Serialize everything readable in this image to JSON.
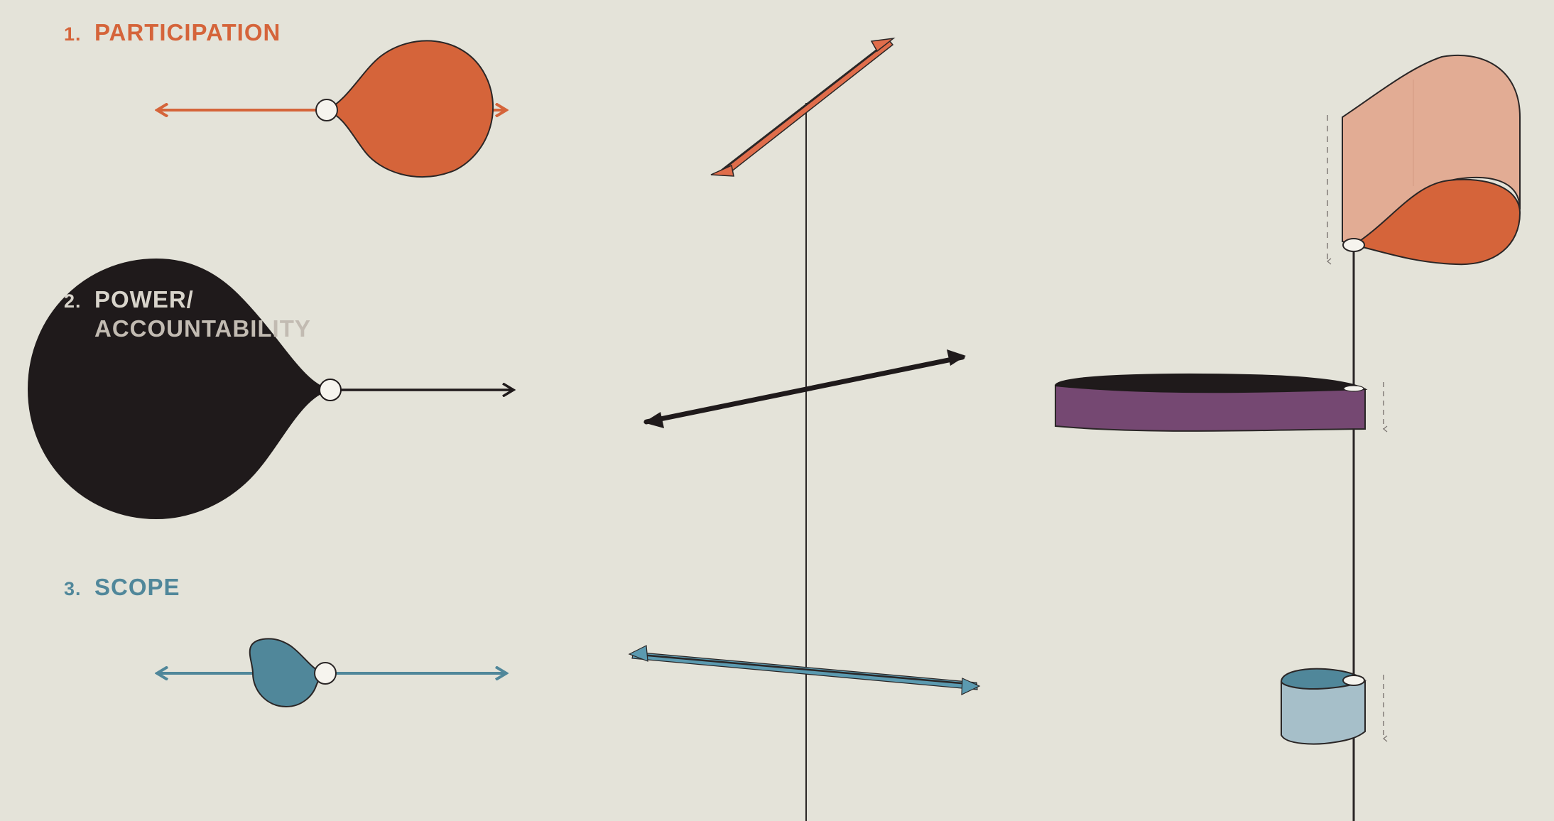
{
  "colors": {
    "background": "#e4e3d9",
    "participation": "#d5643a",
    "participation_light": "#e2ac94",
    "power": "#1f1a1b",
    "power_band": "#754872",
    "scope": "#50879a",
    "scope_light": "#a6bfc9",
    "stroke": "#2a2626",
    "knob": "#f6f4ee"
  },
  "dimensions": [
    {
      "number": "1.",
      "label": "PARTICIPATION",
      "color_key": "participation"
    },
    {
      "number": "2.",
      "label": "POWER/",
      "label_line2": "ACCOUNTABILITY",
      "color_key": "power"
    },
    {
      "number": "3.",
      "label": "SCOPE",
      "color_key": "scope"
    }
  ]
}
